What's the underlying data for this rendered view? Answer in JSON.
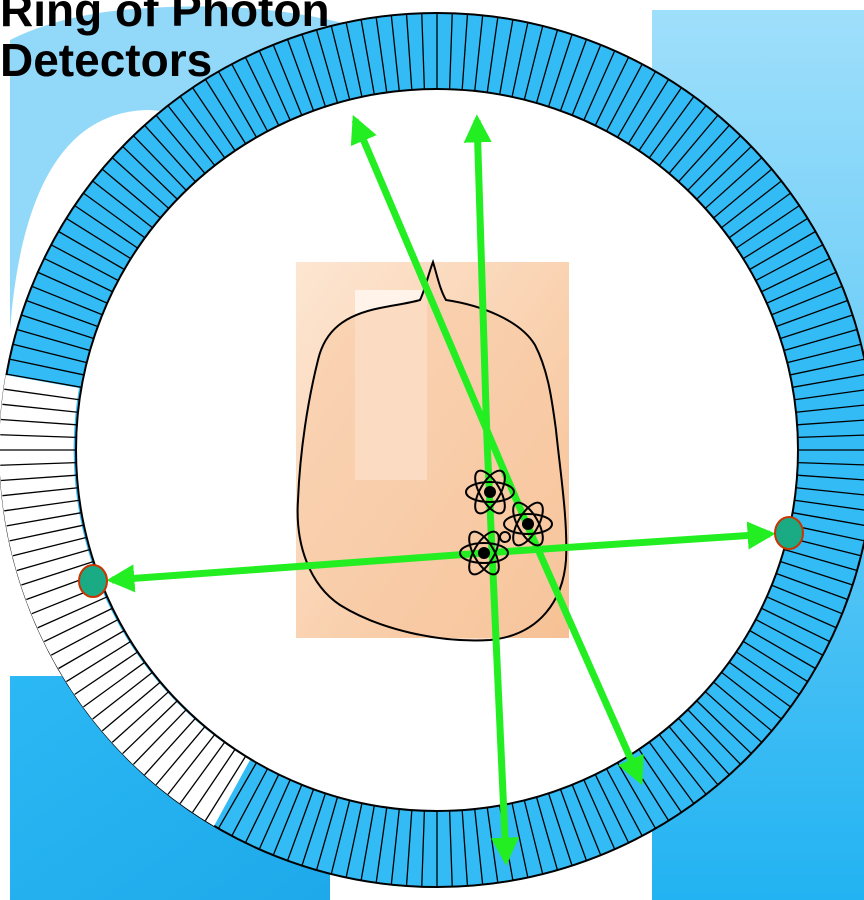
{
  "title": {
    "line1": "Ring of Photon",
    "line2": "Detectors"
  },
  "colors": {
    "background": "#ffffff",
    "detector_blue": "#33bbf5",
    "detector_blue_light": "#9bdcfa",
    "phantom_peach": "#f8c9a0",
    "photon_green": "#22ee22",
    "detector_hit_fill": "#1aaa84",
    "detector_hit_outline": "#cc3300",
    "outline": "#000000"
  },
  "icons": {
    "atom": "atom-icon",
    "detector_hit": "detector-hit-icon",
    "photon_arrow": "arrow-icon"
  },
  "detector_ring": {
    "segment_count": 180
  }
}
